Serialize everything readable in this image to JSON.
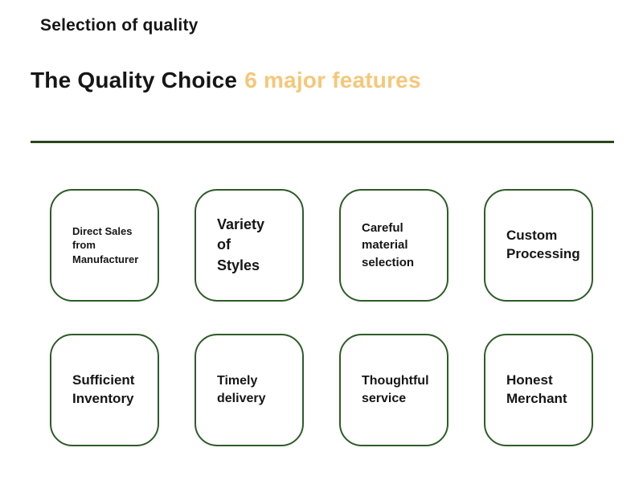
{
  "colors": {
    "accent-green": "#2e5c28",
    "divider-green": "#2b471c",
    "accent-orange": "#f6c779",
    "text-black": "#161616"
  },
  "header": {
    "eyebrow": "Selection of quality",
    "title": "The Quality Choice",
    "title_accent": "6 major features"
  },
  "features": [
    {
      "label": "Direct Sales\nfrom\nManufacturer"
    },
    {
      "label": "Variety\nof\nStyles"
    },
    {
      "label": "Careful\nmaterial\nselection"
    },
    {
      "label": "Custom\nProcessing"
    },
    {
      "label": "Sufficient\nInventory"
    },
    {
      "label": "Timely\ndelivery"
    },
    {
      "label": "Thoughtful\nservice"
    },
    {
      "label": "Honest\nMerchant"
    }
  ]
}
